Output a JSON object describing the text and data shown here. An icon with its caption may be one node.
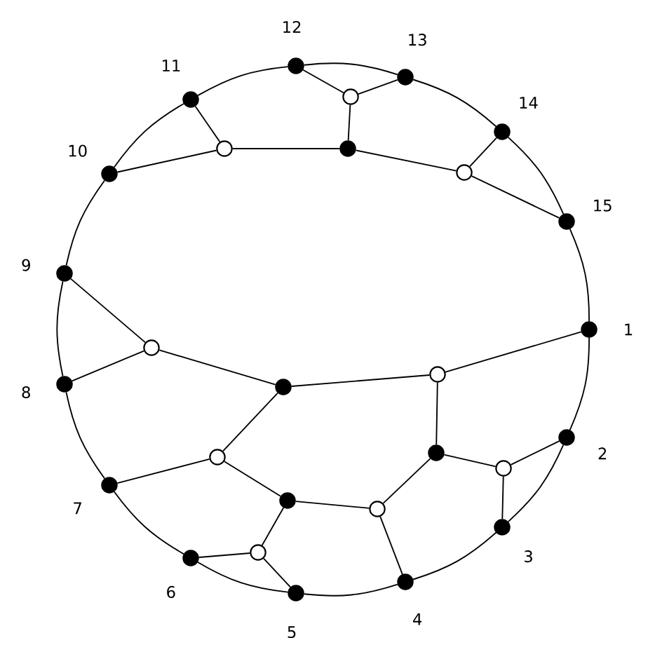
{
  "diagram": {
    "nodes": [
      {
        "text": [],
        "shape": "circle",
        "beside": [
          "1"
        ]
      },
      {
        "text": [],
        "shape": "circle",
        "beside": [
          "2"
        ]
      },
      {
        "text": [],
        "shape": "circle",
        "beside": [
          "3"
        ]
      },
      {
        "text": [],
        "shape": "circle",
        "beside": [
          "4"
        ]
      },
      {
        "text": [],
        "shape": "circle",
        "beside": [
          "5"
        ]
      },
      {
        "text": [],
        "shape": "circle",
        "beside": [
          "6"
        ]
      },
      {
        "text": [],
        "shape": "circle",
        "beside": [
          "7"
        ]
      },
      {
        "text": [],
        "shape": "circle",
        "beside": [
          "8"
        ]
      },
      {
        "text": [],
        "shape": "circle",
        "beside": [
          "9"
        ]
      },
      {
        "text": [],
        "shape": "circle",
        "beside": [
          "10"
        ]
      },
      {
        "text": [],
        "shape": "circle",
        "beside": [
          "11"
        ]
      },
      {
        "text": [],
        "shape": "circle",
        "beside": [
          "12"
        ]
      },
      {
        "text": [],
        "shape": "circle",
        "beside": [
          "13"
        ]
      },
      {
        "text": [],
        "shape": "circle",
        "beside": [
          "14"
        ]
      },
      {
        "text": [],
        "shape": "circle",
        "beside": [
          "15"
        ]
      },
      {
        "text": [],
        "shape": "circle"
      },
      {
        "text": [],
        "shape": "circle"
      },
      {
        "text": [],
        "shape": "circle"
      },
      {
        "text": [],
        "shape": "circle"
      },
      {
        "text": [],
        "shape": "circle"
      },
      {
        "text": [],
        "shape": "circle"
      },
      {
        "text": [],
        "shape": "circle"
      },
      {
        "text": [],
        "shape": "circle"
      },
      {
        "text": [],
        "shape": "circle"
      },
      {
        "text": [],
        "shape": "circle"
      },
      {
        "text": [],
        "shape": "circle"
      },
      {
        "text": [],
        "shape": "circle"
      },
      {
        "text": [],
        "shape": "circle"
      }
    ],
    "edges": [
      {
        "from": 0,
        "to": 1,
        "arrow": "none"
      },
      {
        "from": 1,
        "to": 2,
        "arrow": "none"
      },
      {
        "from": 2,
        "to": 3,
        "arrow": "none"
      },
      {
        "from": 3,
        "to": 4,
        "arrow": "none"
      },
      {
        "from": 4,
        "to": 5,
        "arrow": "none"
      },
      {
        "from": 5,
        "to": 6,
        "arrow": "none"
      },
      {
        "from": 6,
        "to": 7,
        "arrow": "none"
      },
      {
        "from": 7,
        "to": 8,
        "arrow": "none"
      },
      {
        "from": 8,
        "to": 9,
        "arrow": "none"
      },
      {
        "from": 9,
        "to": 10,
        "arrow": "none"
      },
      {
        "from": 10,
        "to": 11,
        "arrow": "none"
      },
      {
        "from": 11,
        "to": 12,
        "arrow": "none"
      },
      {
        "from": 12,
        "to": 13,
        "arrow": "none"
      },
      {
        "from": 13,
        "to": 14,
        "arrow": "none"
      },
      {
        "from": 14,
        "to": 0,
        "arrow": "none"
      },
      {
        "from": 15,
        "to": 11,
        "arrow": "none"
      },
      {
        "from": 15,
        "to": 12,
        "arrow": "none"
      },
      {
        "from": 15,
        "to": 16,
        "arrow": "none"
      },
      {
        "from": 16,
        "to": 17,
        "arrow": "none"
      },
      {
        "from": 16,
        "to": 18,
        "arrow": "none"
      },
      {
        "from": 17,
        "to": 10,
        "arrow": "none"
      },
      {
        "from": 17,
        "to": 9,
        "arrow": "none"
      },
      {
        "from": 18,
        "to": 13,
        "arrow": "none"
      },
      {
        "from": 18,
        "to": 14,
        "arrow": "none"
      },
      {
        "from": 19,
        "to": 8,
        "arrow": "none"
      },
      {
        "from": 19,
        "to": 7,
        "arrow": "none"
      },
      {
        "from": 19,
        "to": 20,
        "arrow": "none"
      },
      {
        "from": 20,
        "to": 21,
        "arrow": "none"
      },
      {
        "from": 20,
        "to": 26,
        "arrow": "none"
      },
      {
        "from": 21,
        "to": 0,
        "arrow": "none"
      },
      {
        "from": 21,
        "to": 22,
        "arrow": "none"
      },
      {
        "from": 22,
        "to": 23,
        "arrow": "none"
      },
      {
        "from": 22,
        "to": 24,
        "arrow": "none"
      },
      {
        "from": 23,
        "to": 1,
        "arrow": "none"
      },
      {
        "from": 23,
        "to": 2,
        "arrow": "none"
      },
      {
        "from": 24,
        "to": 3,
        "arrow": "none"
      },
      {
        "from": 24,
        "to": 25,
        "arrow": "none"
      },
      {
        "from": 25,
        "to": 26,
        "arrow": "none"
      },
      {
        "from": 25,
        "to": 27,
        "arrow": "none"
      },
      {
        "from": 26,
        "to": 6,
        "arrow": "none"
      },
      {
        "from": 27,
        "to": 5,
        "arrow": "none"
      },
      {
        "from": 27,
        "to": 4,
        "arrow": "none"
      }
    ]
  }
}
